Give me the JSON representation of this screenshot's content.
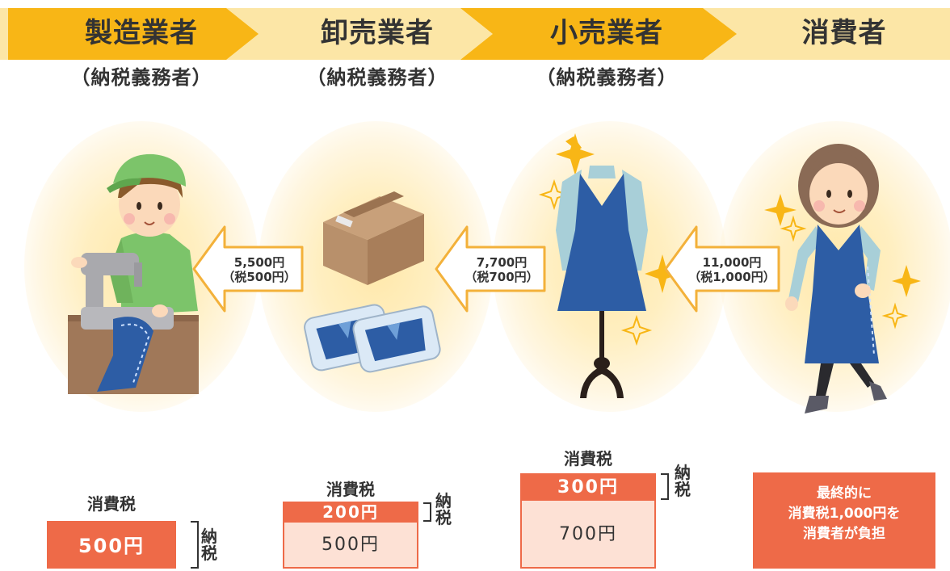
{
  "stages": [
    {
      "name": "製造業者",
      "payer": "（納税義務者）"
    },
    {
      "name": "卸売業者",
      "payer": "（納税義務者）"
    },
    {
      "name": "小売業者",
      "payer": "（納税義務者）"
    },
    {
      "name": "消費者"
    }
  ],
  "transfers": [
    {
      "price": "5,500円",
      "tax": "（税500円）"
    },
    {
      "price": "7,700円",
      "tax": "（税700円）"
    },
    {
      "price": "11,000円",
      "tax": "（税1,000円）"
    }
  ],
  "tax_blocks": [
    {
      "caption": "消費税",
      "pay": "500円",
      "pay_label": "納税"
    },
    {
      "caption": "消費税",
      "pay": "200円",
      "credit": "500円",
      "pay_label": "納税"
    },
    {
      "caption": "消費税",
      "pay": "300円",
      "credit": "700円",
      "pay_label": "納税"
    }
  ],
  "final_note": {
    "line1": "最終的に",
    "line2": "消費税1,000円を",
    "line3": "消費者が負担"
  },
  "colors": {
    "band_yellow": "#f8b616",
    "tax_orange": "#ee6a48",
    "tax_pale": "#fde1d5",
    "arrow_outline": "#f3b13a"
  }
}
